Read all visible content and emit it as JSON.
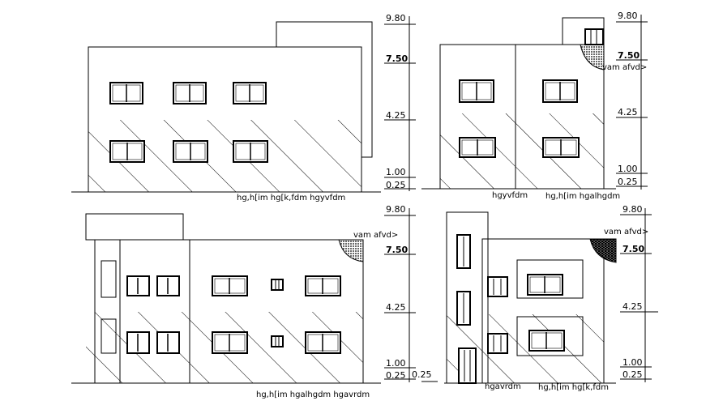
{
  "drawing": {
    "elevations": [
      {
        "id": "front",
        "levels": [
          "9.80",
          "7.50",
          "4.25",
          "1.00",
          "0.25"
        ],
        "captions": [
          "hg,h[im hg[k,fdm hgyvfdm"
        ],
        "notes": []
      },
      {
        "id": "rear",
        "levels": [
          "9.80",
          "7.50",
          "4.25",
          "1.00",
          "0.25"
        ],
        "captions": [
          "hgyvfdm",
          "hg,h[im hgalhgdm"
        ],
        "notes": [
          "vam afvd>"
        ]
      },
      {
        "id": "side-left",
        "levels": [
          "9.80",
          "7.50",
          "4.25",
          "1.00",
          "0.25"
        ],
        "captions": [
          "hg,h[im hgalhgdm hgavrdm"
        ],
        "notes": [
          "vam afvd>"
        ]
      },
      {
        "id": "side-right",
        "levels": [
          "9.80",
          "7.50",
          "4.25",
          "1.00",
          "0.25",
          "0.25"
        ],
        "captions": [
          "hgavrdm",
          "hg,h[im hg[k,fdm"
        ],
        "notes": [
          "vam afvd>"
        ]
      }
    ]
  }
}
